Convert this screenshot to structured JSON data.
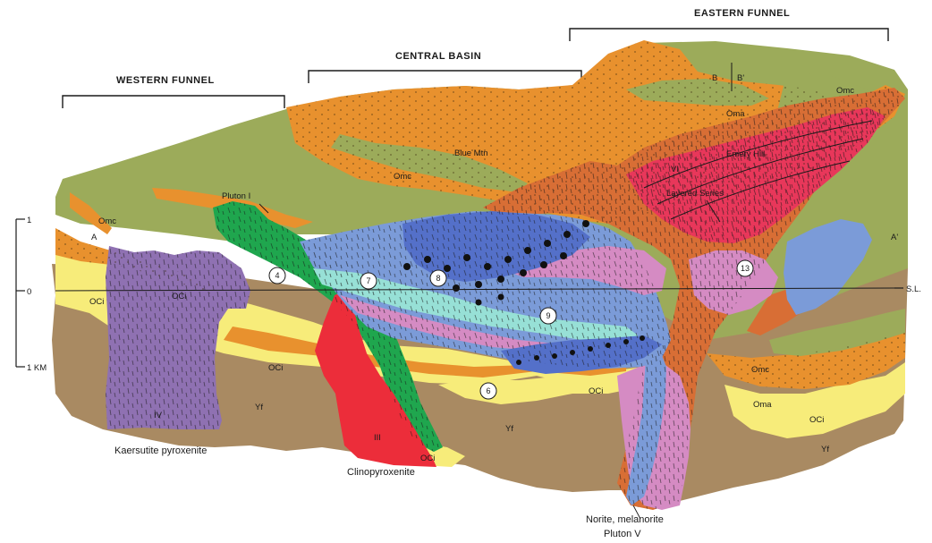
{
  "headers": {
    "western": "WESTERN FUNNEL",
    "central": "CENTRAL BASIN",
    "eastern": "EASTERN FUNNEL"
  },
  "scale": {
    "top": "1",
    "zero": "0",
    "bottom": "1 KM",
    "sea_level": "S.L."
  },
  "units": {
    "omc_w": "Omc",
    "omc_c": "Omc",
    "omc_e": "Omc",
    "omc_e2": "Omc",
    "oma_top": "Oma",
    "oma_bot": "Oma",
    "oci_1": "OCi",
    "oci_2": "OCi",
    "oci_3": "OCi",
    "oci_4": "OCi",
    "oci_5": "OCi",
    "oci_6": "OCi",
    "yf_1": "Yf",
    "yf_2": "Yf",
    "yf_3": "Yf",
    "pluton_iv": "IV",
    "pluton_iii": "III",
    "pluton_vi": "VI",
    "a_left": "A",
    "a_right": "A'",
    "b_left": "B",
    "b_right": "B'"
  },
  "labels": {
    "pluton_i": "Pluton I",
    "blue_mtn": "Blue Mtn",
    "emery_hill": "Emery Hill",
    "layered_series": "Layered Series",
    "kaersutite": "Kaersutite pyroxenite",
    "clinopyroxenite": "Clinopyroxenite",
    "norite": "Norite, melanorite",
    "pluton_v": "Pluton V"
  },
  "sample_sites": [
    "4",
    "7",
    "8",
    "9",
    "6",
    "13"
  ],
  "colors": {
    "orange": "#e8912e",
    "olive": "#9cab5a",
    "yellow": "#f7ec7a",
    "brown": "#a98a62",
    "purple": "#8f71b2",
    "green": "#1fa64e",
    "red": "#ec2d3a",
    "blue": "#7b9bd8",
    "pink": "#d58bc3",
    "rust": "#d86e35",
    "crimson": "#e8375a"
  }
}
